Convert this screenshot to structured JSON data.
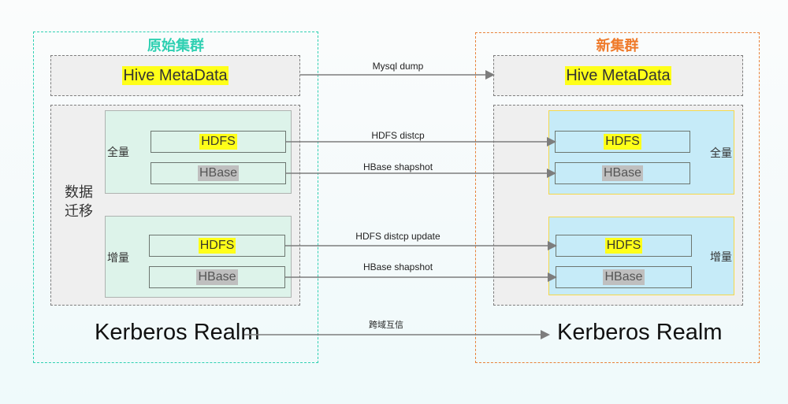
{
  "clusters": {
    "source": {
      "title": "原始集群",
      "color": "#2fd0b2",
      "metadata_label": "Hive MetaData",
      "migration_label_line1": "数据",
      "migration_label_line2": "迁移",
      "full": {
        "label": "全量",
        "hdfs": "HDFS",
        "hbase": "HBase"
      },
      "incremental": {
        "label": "增量",
        "hdfs": "HDFS",
        "hbase": "HBase"
      },
      "realm": "Kerberos Realm"
    },
    "target": {
      "title": "新集群",
      "color": "#ef7a2a",
      "metadata_label": "Hive MetaData",
      "full": {
        "label": "全量",
        "hdfs": "HDFS",
        "hbase": "HBase"
      },
      "incremental": {
        "label": "增量",
        "hdfs": "HDFS",
        "hbase": "HBase"
      },
      "realm": "Kerberos Realm"
    }
  },
  "edges": [
    {
      "id": "metadata",
      "label": "Mysql dump"
    },
    {
      "id": "full-hdfs",
      "label": "HDFS distcp"
    },
    {
      "id": "full-hbase",
      "label": "HBase shapshot"
    },
    {
      "id": "incr-hdfs",
      "label": "HDFS distcp update"
    },
    {
      "id": "incr-hbase",
      "label": "HBase shapshot"
    },
    {
      "id": "realm-trust",
      "label": "跨域互信"
    }
  ]
}
